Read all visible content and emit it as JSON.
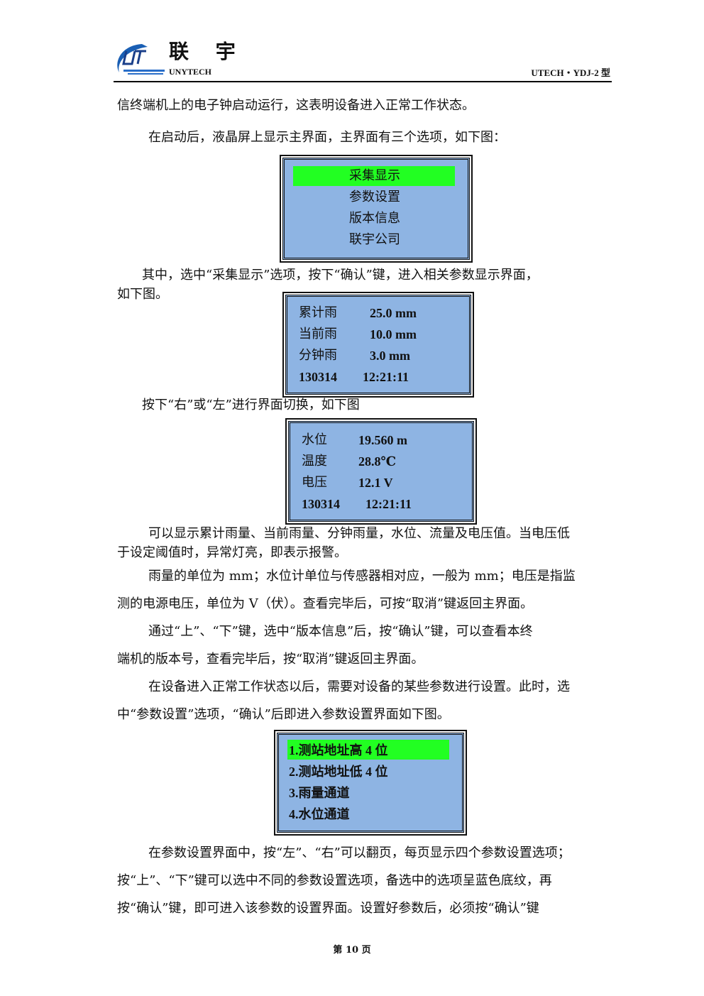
{
  "header": {
    "logo_cn": "联 宇",
    "logo_en": "UNYTECH",
    "model": "UTECH・YDJ-2 型"
  },
  "paragraphs": [
    "信终端机上的电子钟启动运行，这表明设备进入正常工作状态。",
    "在启动后，液晶屏上显示主界面，主界面有三个选项，如下图：",
    "其中，选中“采集显示”选项，按下“确认”键，进入相关参数显示界面，",
    "如下图。",
    "按下“右”或“左”进行界面切换，如下图",
    "可以显示累计雨量、当前雨量、分钟雨量，水位、流量及电压值。当电压低",
    "于设定阈值时，异常灯亮，即表示报警。",
    "雨量的单位为 mm；水位计单位与传感器相对应，一般为 mm；电压是指监",
    "测的电源电压，单位为 V（伏）。查看完毕后，可按“取消”键返回主界面。",
    "通过“上”、“下”键，选中“版本信息”后，按“确认”键，可以查看本终",
    "端机的版本号，查看完毕后，按“取消”键返回主界面。",
    "在设备进入正常工作状态以后，需要对设备的某些参数进行设置。此时，选",
    "中“参数设置”选项，“确认”后即进入参数设置界面如下图。",
    "在参数设置界面中，按“左”、“右”可以翻页，每页显示四个参数设置选项；",
    "按“上”、“下”键可以选中不同的参数设置选项，备选中的选项呈蓝色底纹，再",
    "按“确认”键，即可进入该参数的设置界面。设置好参数后，必须按“确认”键"
  ],
  "menu_screen": {
    "items": [
      "采集显示",
      "参数设置",
      "版本信息",
      "联宇公司"
    ]
  },
  "rain_screen": {
    "rows": [
      {
        "label": "累计雨",
        "value": "25.0 mm"
      },
      {
        "label": "当前雨",
        "value": "10.0 mm"
      },
      {
        "label": "分钟雨",
        "value": "3.0 mm"
      },
      {
        "label": "130314",
        "value": "12:21:11"
      }
    ]
  },
  "level_screen": {
    "rows": [
      {
        "label": "水位",
        "value": "19.560 m"
      },
      {
        "label": "温度",
        "value": "28.8℃"
      },
      {
        "label": "电压",
        "value": "12.1 V"
      },
      {
        "label": "130314",
        "value": "12:21:11"
      }
    ]
  },
  "param_screen": {
    "items": [
      "1.测站地址高 4 位",
      "2.测站地址低 4 位",
      "3.雨量通道",
      "4.水位通道"
    ]
  },
  "footer": {
    "page": "第 10 页"
  },
  "colors": {
    "lcd": "#8eb4e3",
    "highlight": "#22ff22"
  }
}
